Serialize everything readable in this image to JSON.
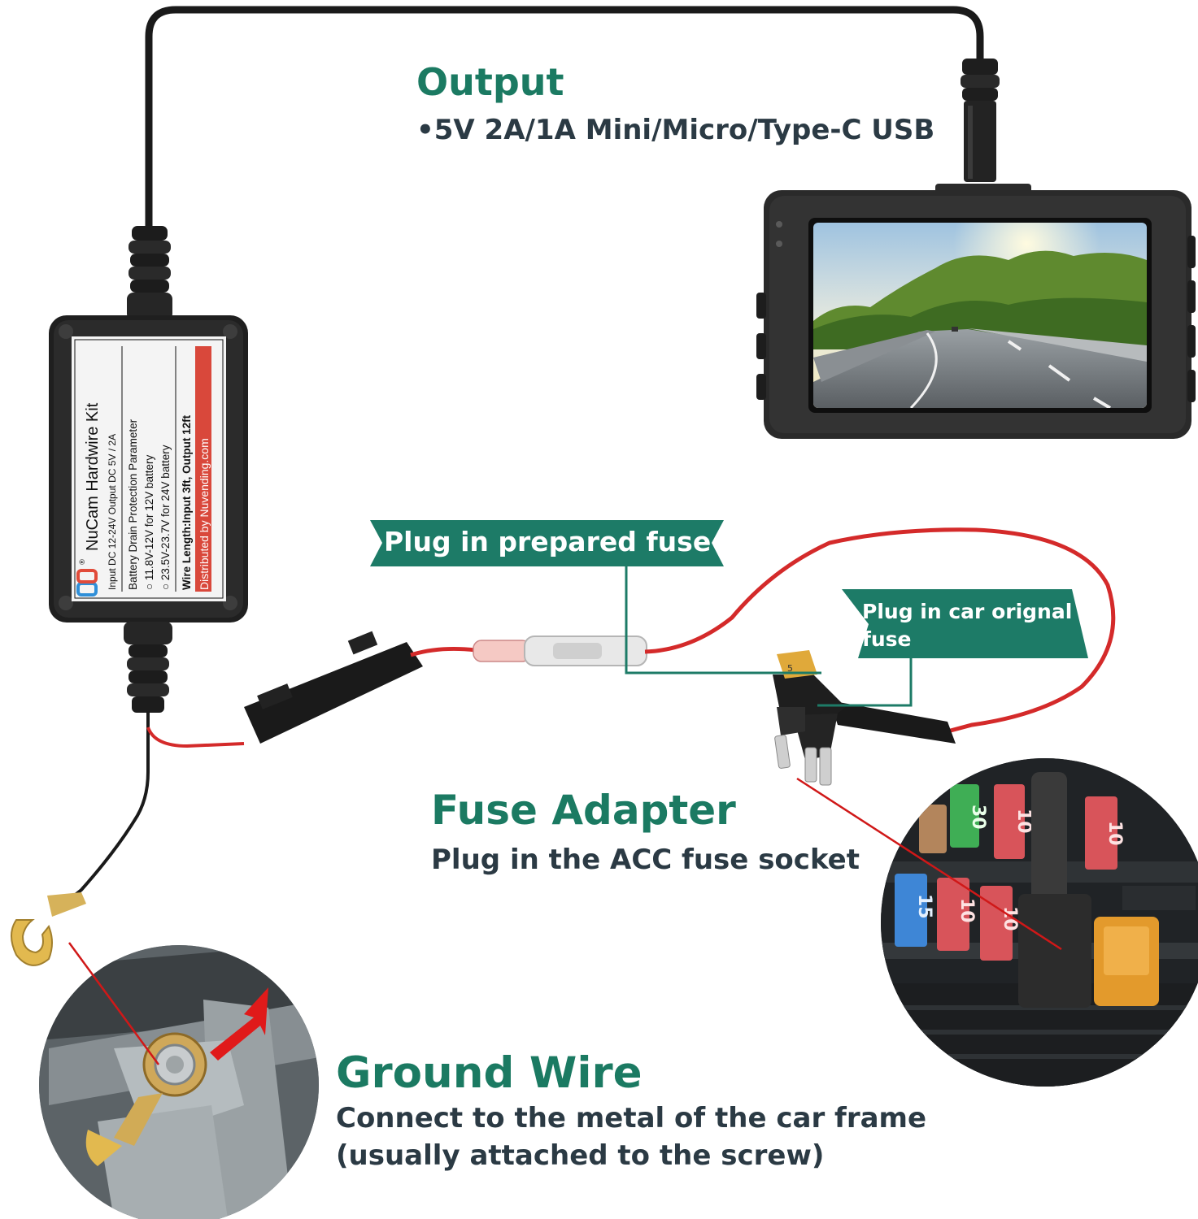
{
  "colors": {
    "heading_green": "#1b7a62",
    "body_dark": "#2b3a44",
    "banner_teal": "#1d7b67",
    "wire_red": "#d42a2a",
    "cable_black": "#1a1a1a",
    "pointer_red": "#d01818"
  },
  "output": {
    "title": "Output",
    "spec": "•5V 2A/1A Mini/Micro/Type-C USB"
  },
  "hardwire_box": {
    "brand_mark": "nu",
    "registered": "®",
    "title": "NuCam Hardwire Kit",
    "io_line": "Input DC 12-24V  Output DC 5V / 2A",
    "param_title": "Battery Drain Protection Parameter",
    "option_12v": "○ 11.8V-12V for 12V battery",
    "option_24v": "○ 23.5V-23.7V for 24V battery",
    "wire_length": "Wire Length:Input 3ft, Output 12ft",
    "distributed": "Distributed by Nuvending.com"
  },
  "callouts": {
    "prepared_fuse": "Plug in prepared fuse",
    "car_fuse_line1": "Plug in car orignal",
    "car_fuse_line2": "fuse"
  },
  "fuse_adapter": {
    "title": "Fuse Adapter",
    "subtitle": "Plug in the ACC fuse socket",
    "adapter_fuse_label": "5"
  },
  "fuse_box": {
    "fuse_labels": [
      "30",
      "10",
      "10",
      "15",
      "10",
      "10"
    ]
  },
  "ground_wire": {
    "title": "Ground Wire",
    "line1": "Connect to the metal of the car frame",
    "line2": "(usually attached to the screw)"
  }
}
